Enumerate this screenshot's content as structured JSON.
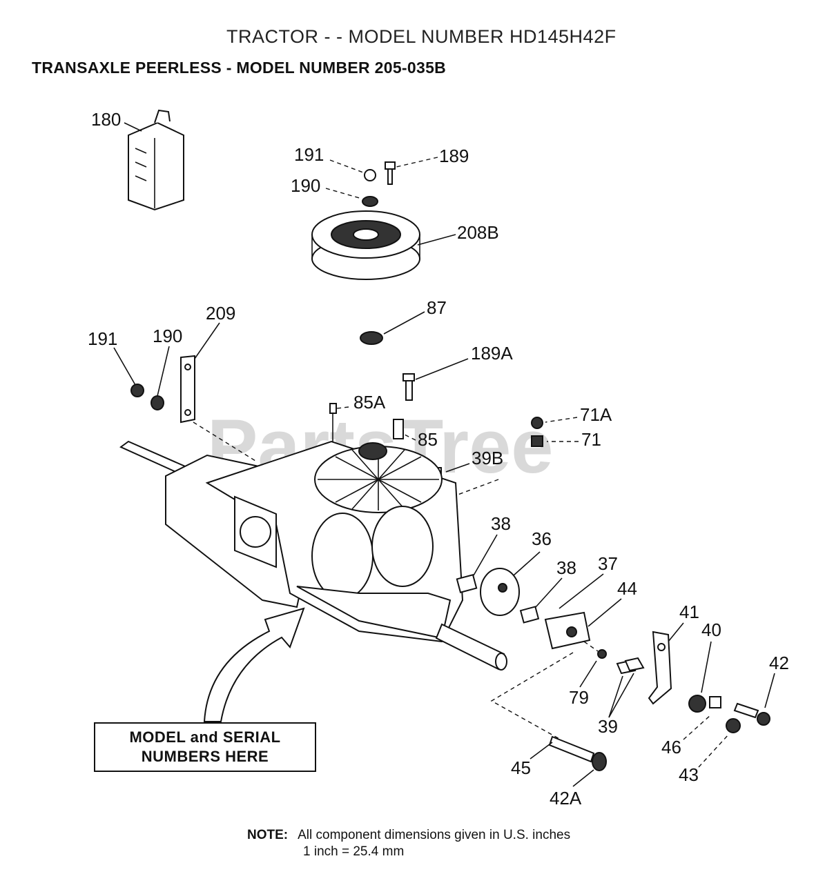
{
  "header": {
    "title_line1": "TRACTOR - - MODEL NUMBER HD145H42F",
    "title_line2": "TRANSAXLE PEERLESS - MODEL NUMBER 205-035B"
  },
  "watermark": "PartsTree",
  "callouts": {
    "p180": "180",
    "p191a": "191",
    "p189": "189",
    "p190a": "190",
    "p208b": "208B",
    "p87": "87",
    "p209": "209",
    "p191b": "191",
    "p190b": "190",
    "p189a": "189A",
    "p85a": "85A",
    "p71a": "71A",
    "p85": "85",
    "p71": "71",
    "p39b": "39B",
    "p38a": "38",
    "p36": "36",
    "p38b": "38",
    "p37": "37",
    "p44": "44",
    "p41": "41",
    "p40": "40",
    "p42": "42",
    "p79": "79",
    "p39": "39",
    "p46": "46",
    "p45": "45",
    "p43": "43",
    "p42a": "42A"
  },
  "model_box": {
    "line1": "MODEL and SERIAL",
    "line2": "NUMBERS HERE"
  },
  "note": {
    "label": "NOTE:",
    "line1": "All component dimensions given in U.S. inches",
    "line2": "1 inch = 25.4 mm"
  }
}
